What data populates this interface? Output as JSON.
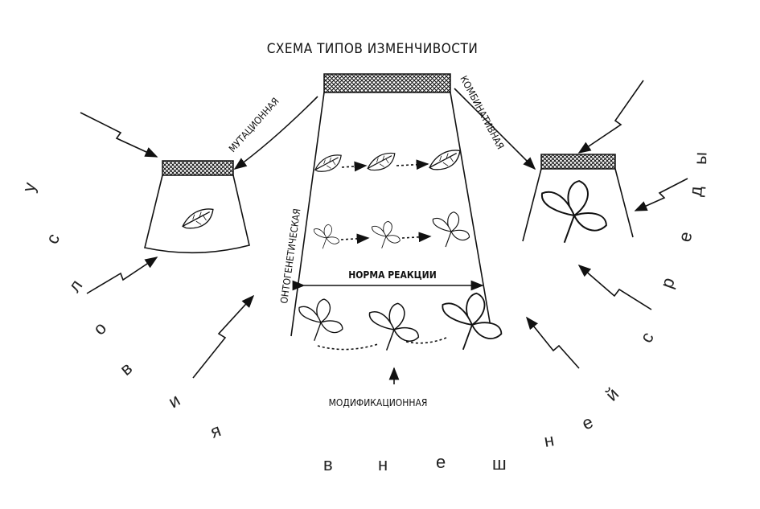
{
  "title": "СХЕМА ТИПОВ ИЗМЕНЧИВОСТИ",
  "labels": {
    "mutational": "МУТАЦИОННАЯ",
    "combinative": "КОМБИНАТИВНАЯ",
    "ontogenetic": "ОНТОГЕНЕТИЧЕСКАЯ",
    "reaction_norm": "НОРМА РЕАКЦИИ",
    "modification": "МОДИФИКАЦИОННАЯ"
  },
  "environment": {
    "phrase": "условия внешней среды",
    "left_letters": [
      "у",
      "с",
      "л",
      "о",
      "в",
      "и",
      "я"
    ],
    "bottom_letters": [
      "в",
      "н",
      "е",
      "ш",
      "н",
      "е",
      "й"
    ],
    "right_letters": [
      "с",
      "р",
      "е",
      "д",
      "ы"
    ]
  }
}
